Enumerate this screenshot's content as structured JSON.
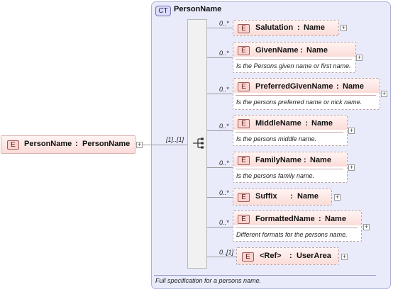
{
  "root": {
    "badge": "E",
    "name": "PersonName",
    "type": "PersonName",
    "cardinality": "[1]..[1]"
  },
  "complex_type": {
    "badge": "CT",
    "name": "PersonName",
    "documentation": "Full specification for a persons name."
  },
  "children": [
    {
      "badge": "E",
      "name": "Salutation",
      "type": "Name",
      "cardinality": "0..*",
      "doc": ""
    },
    {
      "badge": "E",
      "name": "GivenName",
      "type": "Name",
      "cardinality": "0..*",
      "doc": "Is the Persons given name or first name."
    },
    {
      "badge": "E",
      "name": "PreferredGivenName",
      "type": "Name",
      "cardinality": "0..*",
      "doc": "Is the persons preferred name or nick name."
    },
    {
      "badge": "E",
      "name": "MiddleName",
      "type": "Name",
      "cardinality": "0..*",
      "doc": "Is the persons middle name."
    },
    {
      "badge": "E",
      "name": "FamilyName",
      "type": "Name",
      "cardinality": "0..*",
      "doc": "Is the persons family name."
    },
    {
      "badge": "E",
      "name": "Suffix",
      "type": "Name",
      "cardinality": "0..*",
      "doc": ""
    },
    {
      "badge": "E",
      "name": "FormattedName",
      "type": "Name",
      "cardinality": "0..*",
      "doc": "Different formats for the persons name."
    },
    {
      "badge": "E",
      "name": "<Ref>",
      "type": "UserArea",
      "cardinality": "0..[1]",
      "doc": ""
    }
  ],
  "colon": ":",
  "plus": "+"
}
